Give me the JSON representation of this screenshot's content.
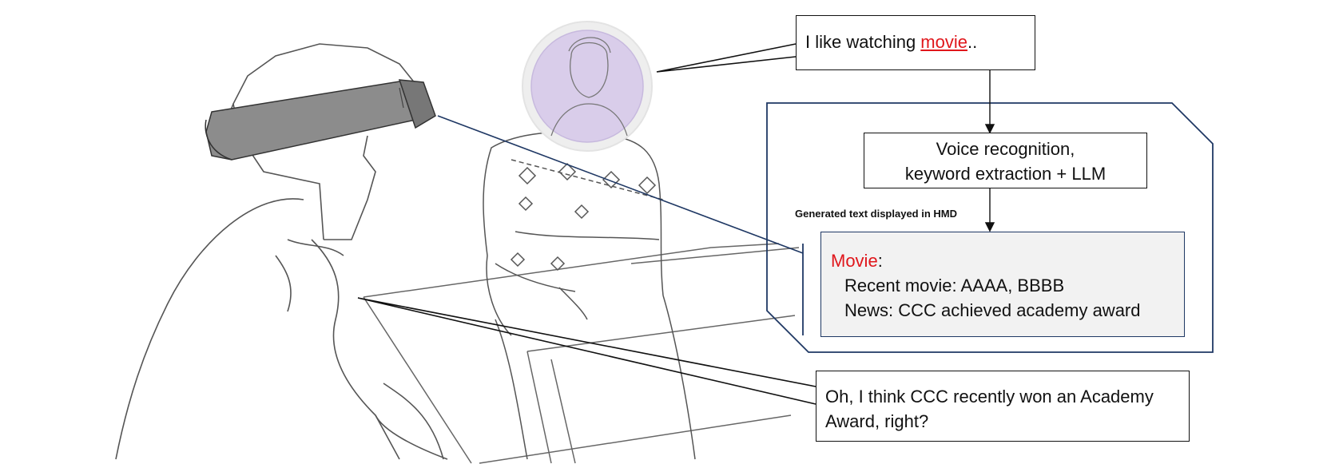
{
  "speech_top": {
    "prefix": "I like watching ",
    "keyword": "movie",
    "suffix": ".."
  },
  "process": {
    "line1": "Voice recognition,",
    "line2": "keyword extraction + LLM"
  },
  "hmd_caption": "Generated text displayed in HMD",
  "hmd_display": {
    "keyword": "Movie",
    "colon": ":",
    "line1": "Recent movie: AAAA,  BBBB",
    "line2": "News: CCC achieved academy award"
  },
  "speech_bottom": {
    "line1": "Oh, I think CCC recently won an Academy",
    "line2": "Award, right?"
  },
  "colors": {
    "keyword": "#e0161b",
    "frame": "#1f3864",
    "hmd_bg": "#f2f2f2",
    "avatar_fill": "#d9cdea",
    "headset": "#8c8c8c"
  }
}
